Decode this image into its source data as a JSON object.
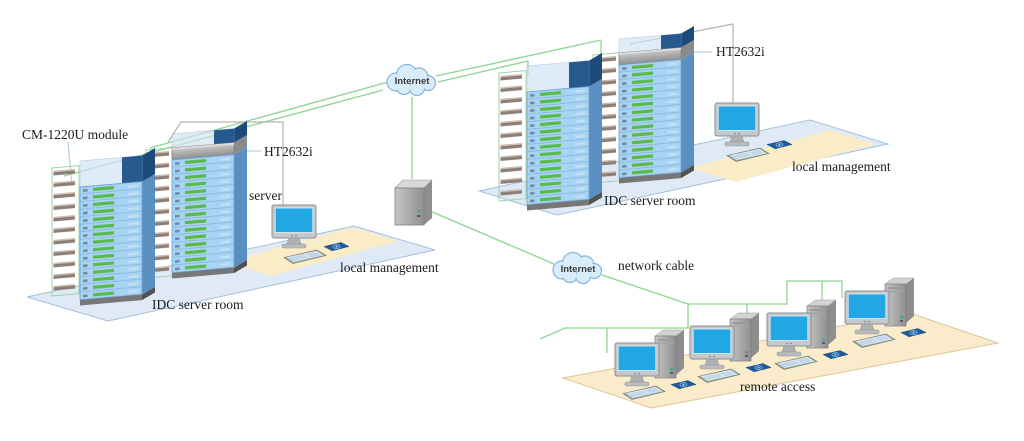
{
  "diagram_type": "network-topology",
  "clouds": {
    "top": "Internet",
    "bottom": "Internet"
  },
  "labels": {
    "cm_module": "CM-1220U module",
    "server": "server",
    "network_cable": "network cable"
  },
  "sites": {
    "idc_left": {
      "room": "IDC server room",
      "device": "HT2632i",
      "management": "local management",
      "racks": 2,
      "servers_per_rack": 15,
      "modules_per_ladder": 11
    },
    "idc_right": {
      "room": "IDC server room",
      "device": "HT2632i",
      "management": "local management",
      "racks": 2,
      "servers_per_rack": 15,
      "modules_per_ladder": 11
    },
    "remote": {
      "label": "remote access",
      "workstations": 4
    }
  },
  "middle_gateway": {
    "type": "gateway-server-box"
  },
  "colors": {
    "line_green": "#8ed492",
    "cable_gray": "#b3b3b3",
    "platform_blue": "#dfeaf6",
    "platform_border": "#a3c1de",
    "mat_yellow": "#f9ecc7",
    "remote_floor": "#faeccb",
    "remote_floor_border": "#dcc795",
    "server_blue": "#a9d3f2",
    "rack_top_navy": "#1d4b7c",
    "led_green": "#58ba47",
    "screen_blue": "#22a7e5",
    "mousepad_navy": "#1d5b9d",
    "cloud_fill": "#d8ecfa",
    "cloud_stroke": "#85b7dc"
  }
}
